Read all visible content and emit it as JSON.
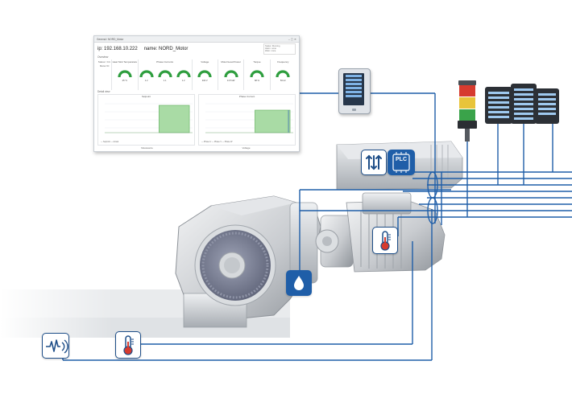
{
  "dashboard": {
    "tab_label": "General / NORD_Motor",
    "window_controls": "–  ▢  ✕",
    "ip_label": "ip: 192.168.10.222",
    "name_label": "name: NORD_Motor",
    "legend_lines": [
      "Status: Running",
      "Alarm: none",
      "Warn: none"
    ],
    "section_overview": "Overview",
    "section_detail": "Detail view",
    "row_label_status": "Status / Ctr.",
    "row_label_motor": "Motor ID",
    "gauge_groups": [
      {
        "label": "Heat Sink Temperature",
        "count": 1,
        "values": [
          "45 °C"
        ]
      },
      {
        "label": "Phase Currents",
        "count": 3,
        "values": [
          "1.2",
          "1.1",
          "1.2"
        ]
      },
      {
        "label": "Voltage",
        "count": 1,
        "values": [
          "400 V"
        ]
      },
      {
        "label": "Motor/Load Power",
        "count": 1,
        "values": [
          "0.37 kW"
        ]
      },
      {
        "label": "Torque",
        "count": 1,
        "values": [
          "68 %"
        ]
      },
      {
        "label": "Frequency",
        "count": 1,
        "values": [
          "50 Hz"
        ]
      }
    ],
    "chart_left_title": "Setpoint",
    "chart_right_title": "Phase Current",
    "chart_left_legend": "— Setpoint  — Actual",
    "chart_right_legend": "— Phase U  — Phase V  — Phase W",
    "footer_left": "Messwerte",
    "footer_right": "Voltage"
  },
  "colors": {
    "line_blue": "#1f5ea8",
    "icon_border": "#1e4e88",
    "gauge_green": "#2e9e3e",
    "signal_red": "#d63b2f",
    "signal_yellow": "#e8c43a",
    "signal_green": "#3aa34a"
  },
  "icons": {
    "vibration_sensor": "vibration-sensor-icon",
    "temperature_sensor_gearbox": "thermometer-icon",
    "temperature_sensor_motor": "thermometer-icon",
    "oil_sensor": "oil-drop-icon",
    "io_module": "io-arrows-icon",
    "plc": "plc-icon",
    "plc_text": "PLC"
  }
}
